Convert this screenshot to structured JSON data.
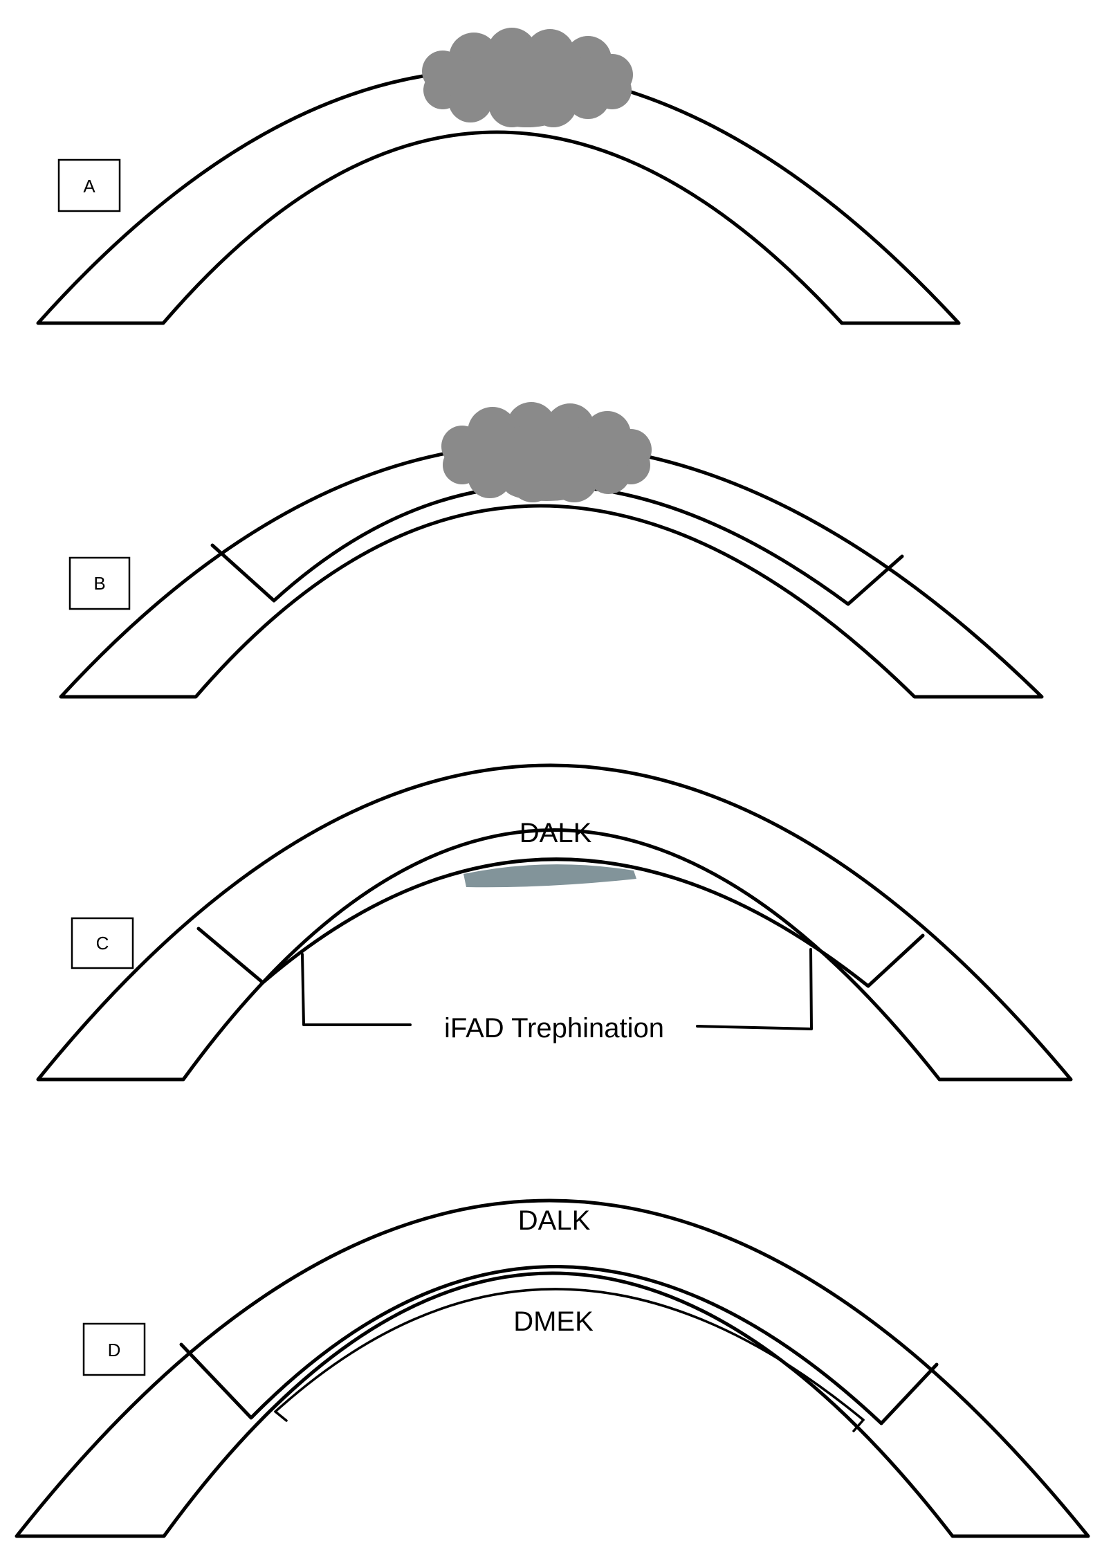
{
  "panels": {
    "a": {
      "letter": "A"
    },
    "b": {
      "letter": "B"
    },
    "c": {
      "letter": "C",
      "graft_label": "DALK",
      "trephination_label": "iFAD Trephination"
    },
    "d": {
      "letter": "D",
      "graft_label": "DALK",
      "inner_label": "DMEK"
    }
  },
  "colors": {
    "opacity_cloud": "#8a8a8a",
    "descemet_disc": "#82949a",
    "outline": "#000000"
  }
}
